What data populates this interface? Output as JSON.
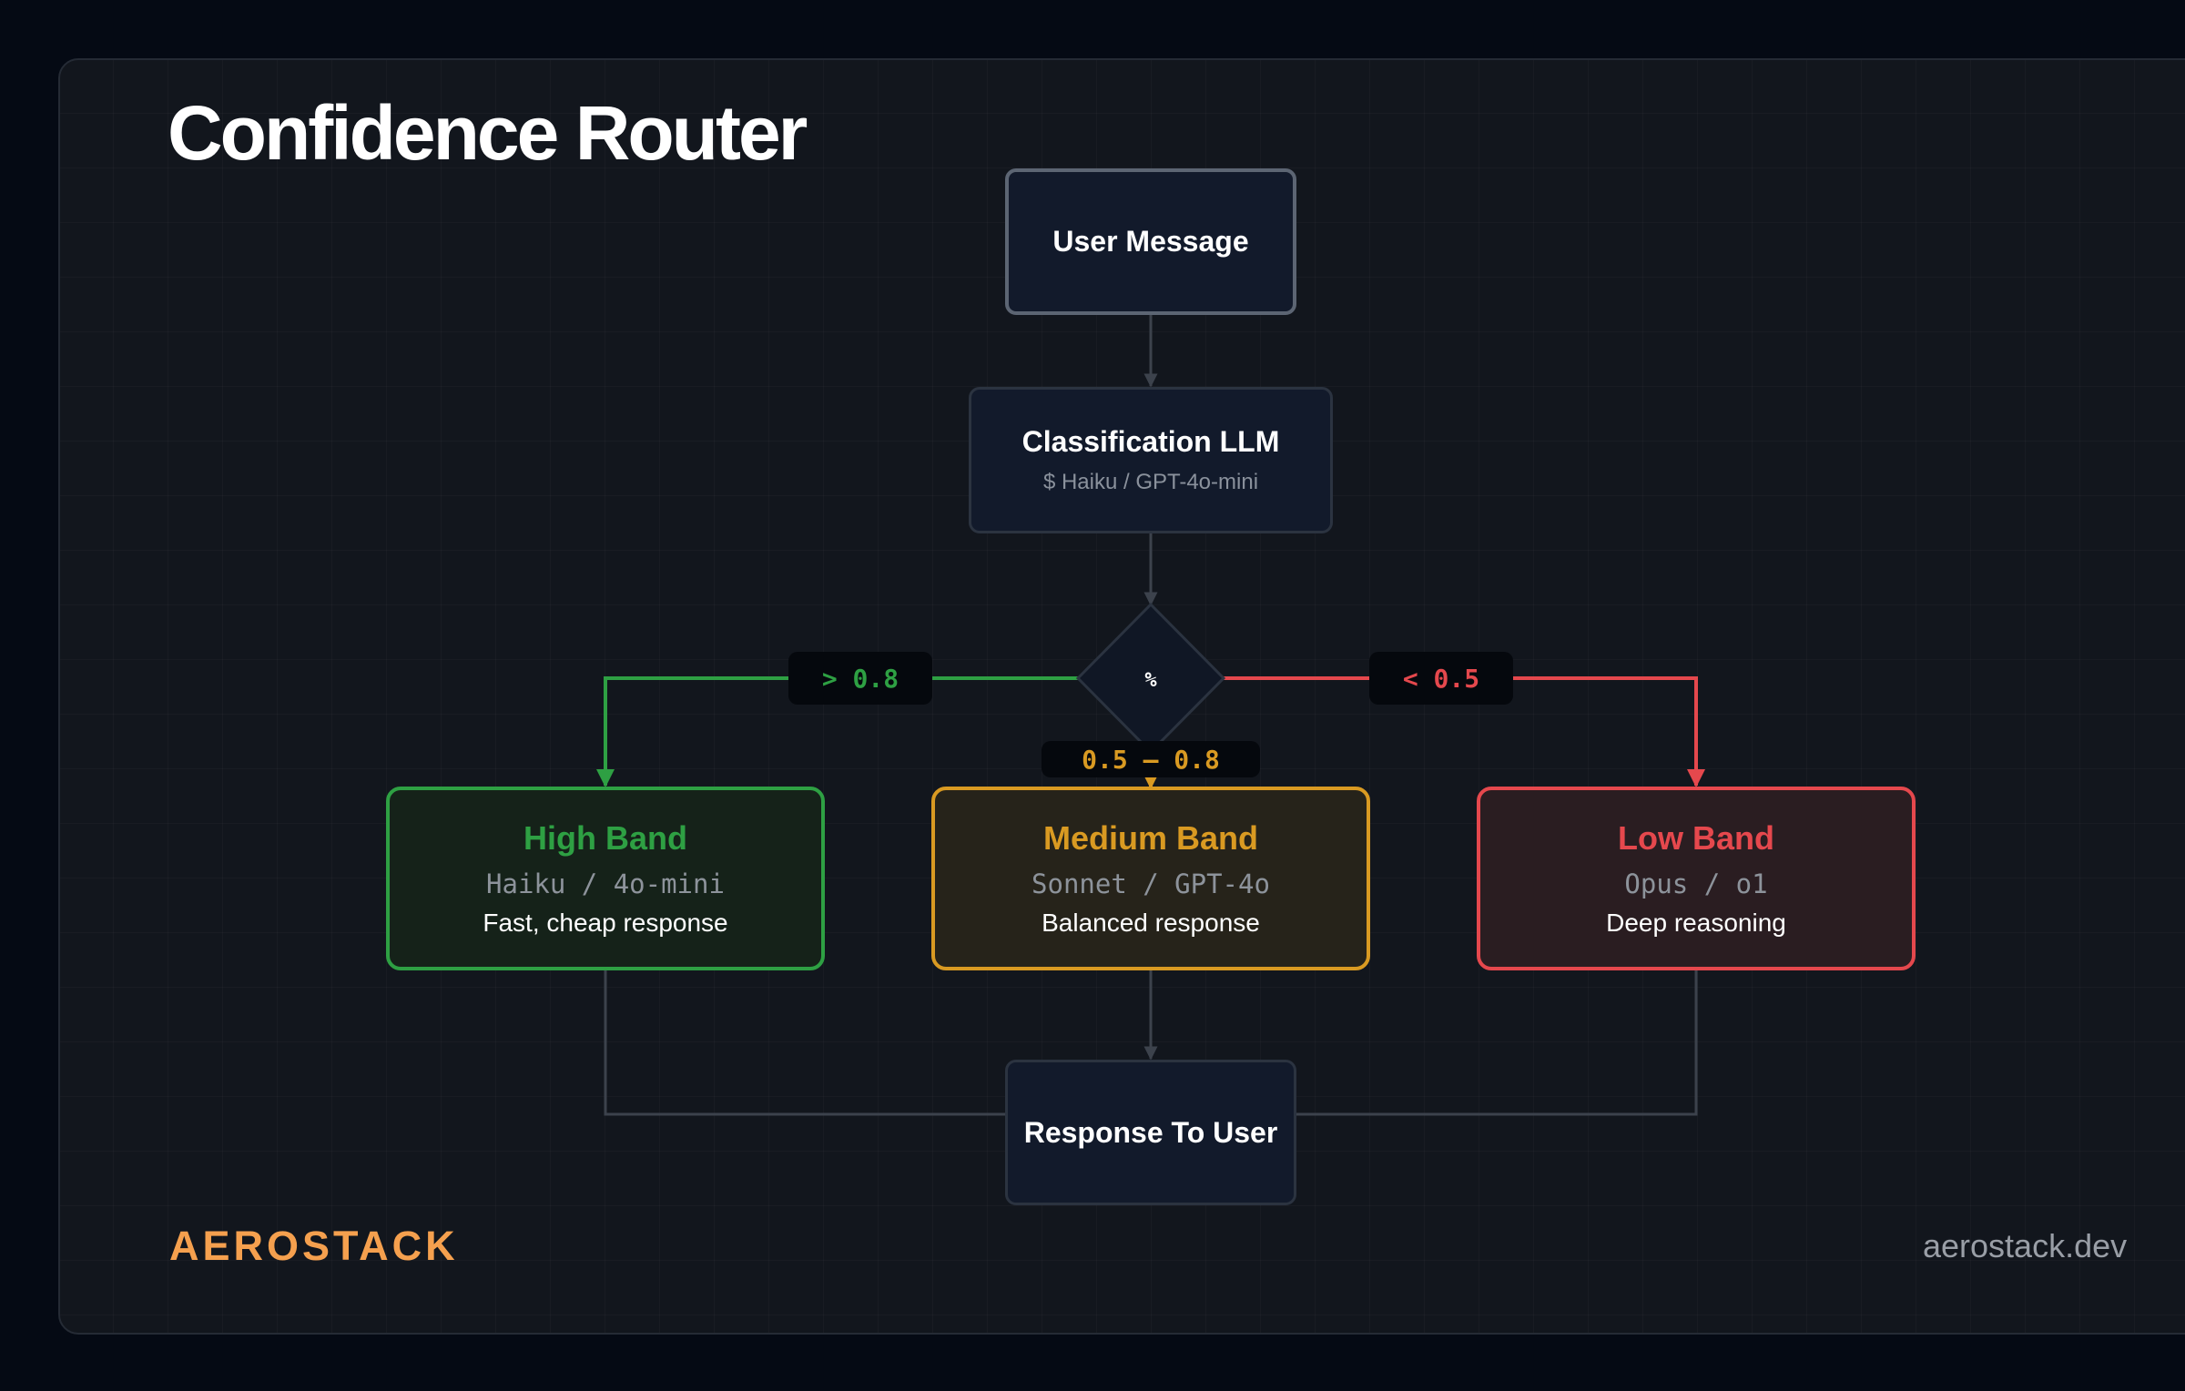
{
  "title": "Confidence Router",
  "nodes": {
    "user_message": "User Message",
    "classifier": {
      "label": "Classification LLM",
      "sublabel": "$ Haiku / GPT-4o-mini"
    },
    "decision_symbol": "%",
    "response": "Response To User"
  },
  "thresholds": {
    "high": "> 0.8",
    "medium": "0.5 – 0.8",
    "low": "< 0.5"
  },
  "bands": [
    {
      "name": "High Band",
      "models": "Haiku / 4o-mini",
      "desc": "Fast, cheap response",
      "color": "#2ea043"
    },
    {
      "name": "Medium Band",
      "models": "Sonnet / GPT-4o",
      "desc": "Balanced response",
      "color": "#d99a22"
    },
    {
      "name": "Low Band",
      "models": "Opus / o1",
      "desc": "Deep reasoning",
      "color": "#e5484d"
    }
  ],
  "brand": {
    "logo": "AEROSTACK",
    "site": "aerostack.dev",
    "logo_color": "#f5a04e"
  }
}
